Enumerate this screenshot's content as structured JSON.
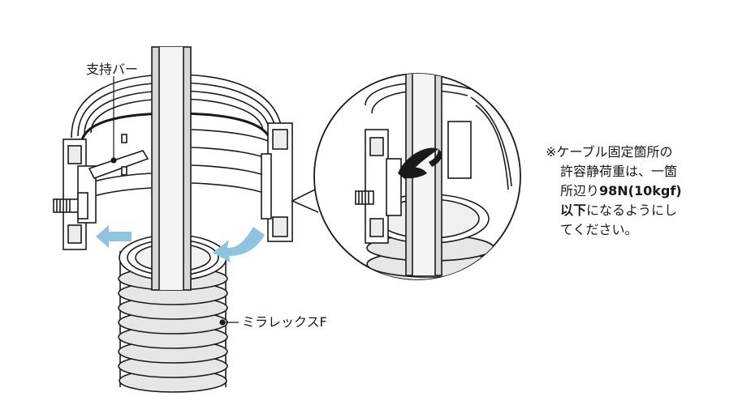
{
  "labels": {
    "support_bar": "支持バー",
    "pipe": "ミラレックスF"
  },
  "note": {
    "line1": "※ケーブル固定箇所の",
    "line2": "許容静荷重は、一箇",
    "line3_a": "所辺り",
    "line3_b": "98N(10kgf)",
    "line4_a": "以下",
    "line4_b": "になるようにし",
    "line5": "てください。"
  },
  "colors": {
    "line": "#1a1a1a",
    "arrow": "#8fc3df",
    "pole": "#d4d4d4",
    "rib": "#e2e2e2"
  }
}
